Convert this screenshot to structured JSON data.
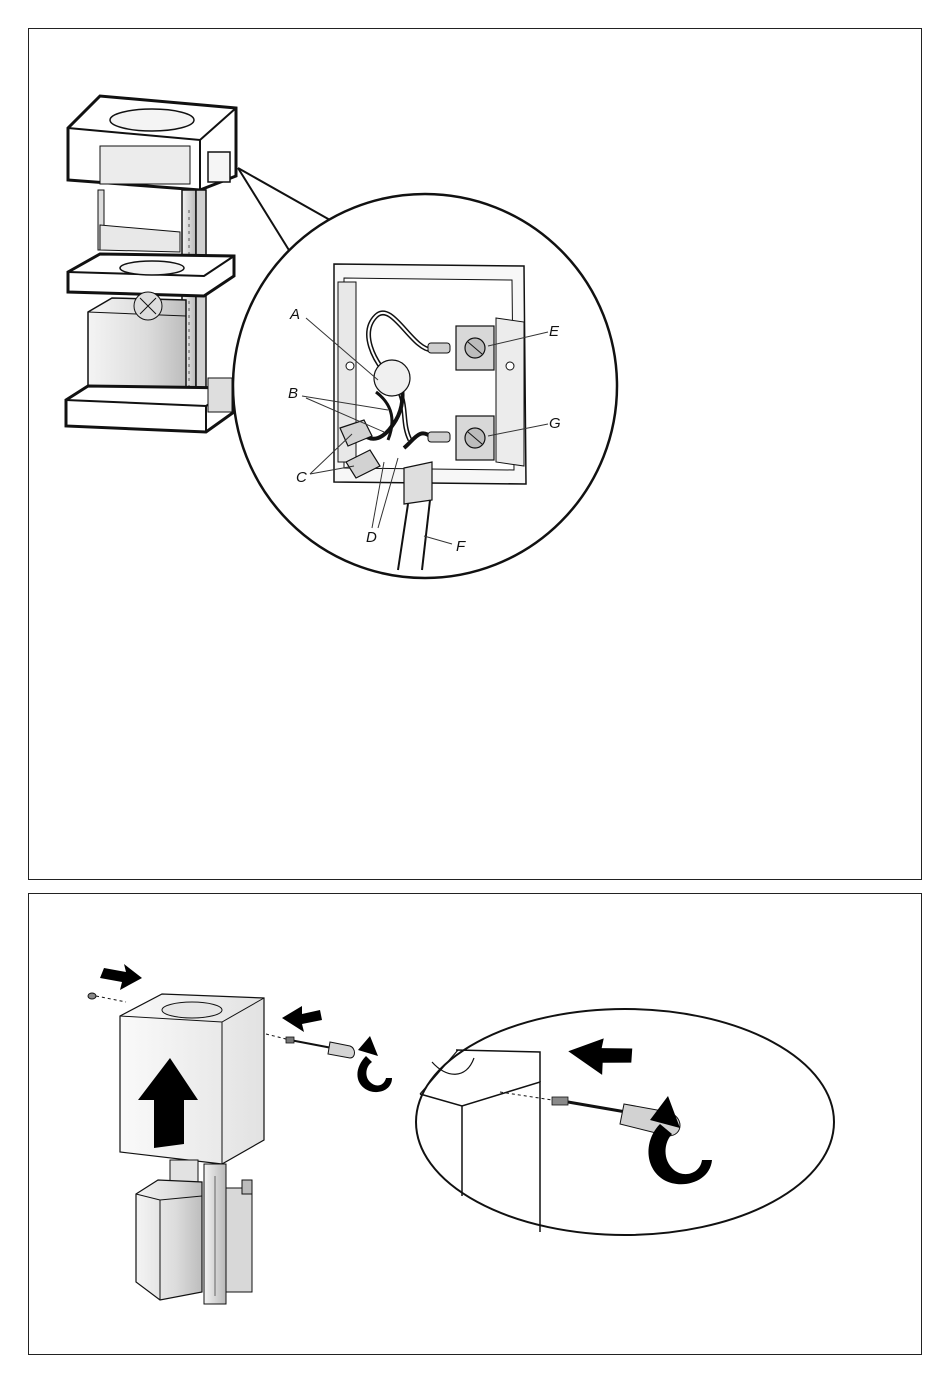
{
  "callouts": {
    "a": "A",
    "b": "B",
    "c": "C",
    "d": "D",
    "e": "E",
    "f": "F",
    "g": "G"
  },
  "colors": {
    "line": "#111111",
    "metal_light": "#e6e6e6",
    "metal_mid": "#c8c8c8",
    "metal_dark": "#9a9a9a",
    "arrow": "#000000"
  },
  "icons": [
    "screwdriver-icon",
    "rotate-arrow-icon",
    "direction-arrow-icon",
    "screw-icon"
  ]
}
